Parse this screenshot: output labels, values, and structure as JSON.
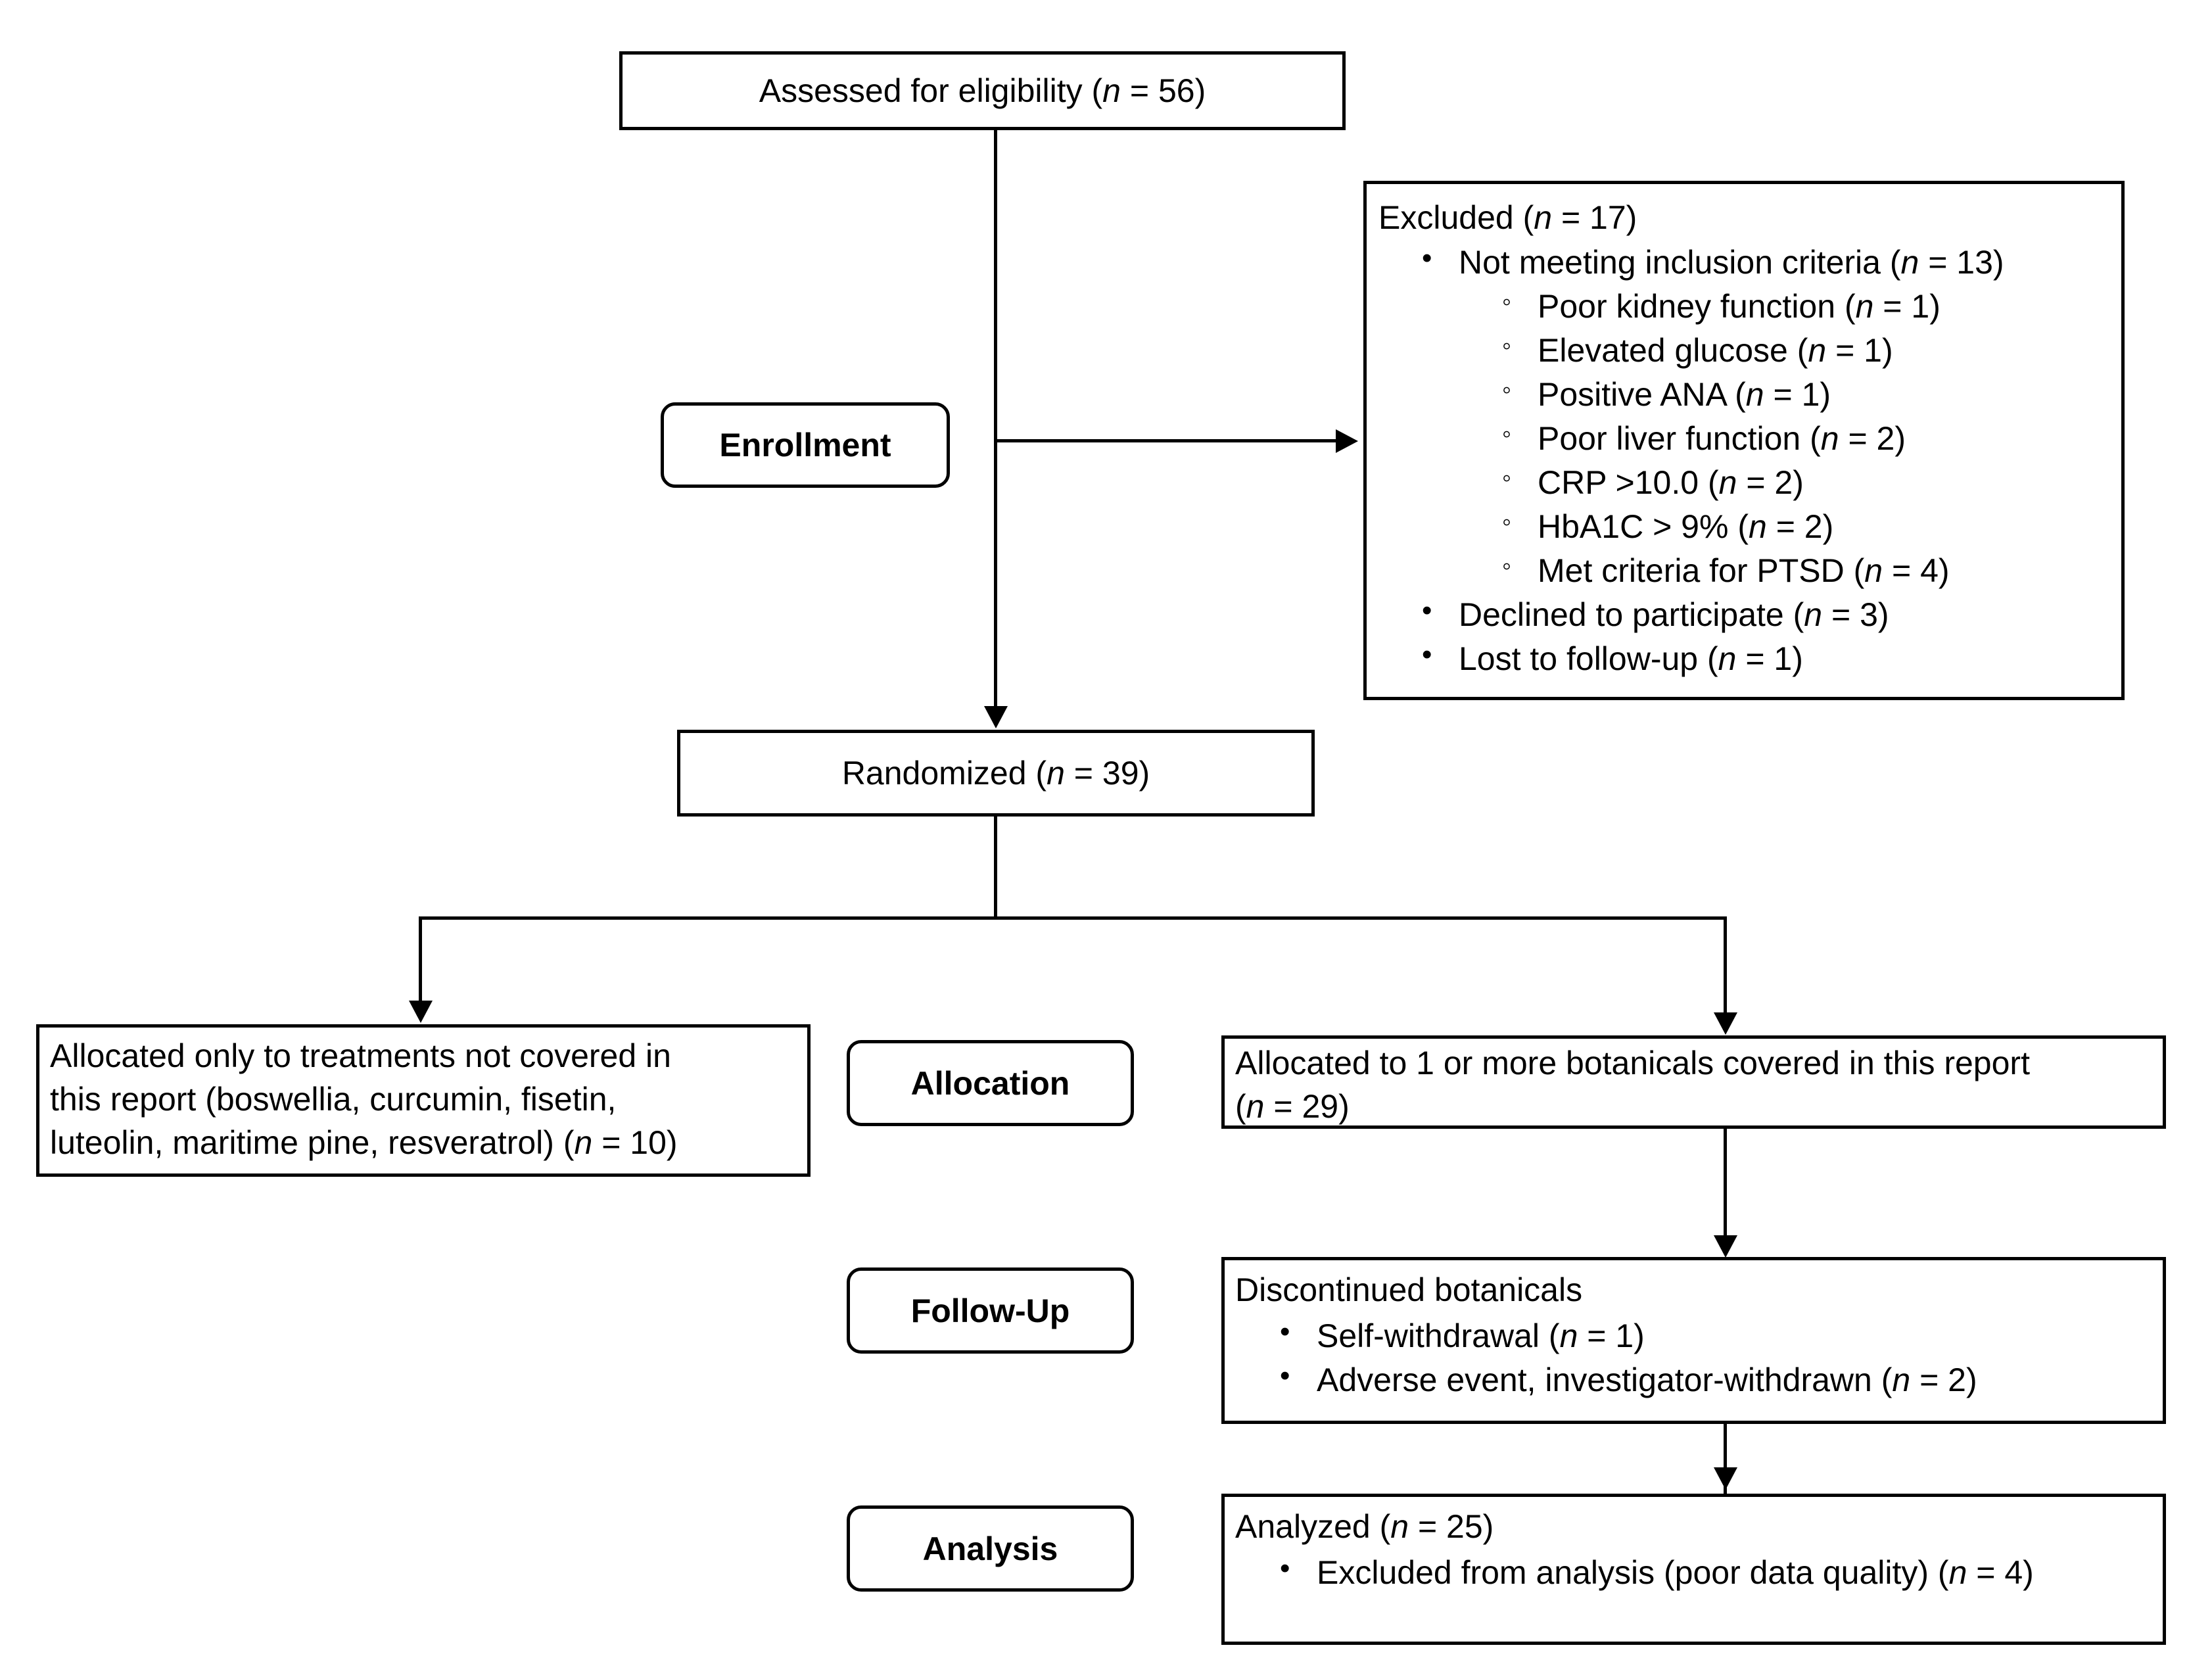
{
  "diagram": {
    "type": "consort-flow-diagram",
    "title": "CONSORT participant flow diagram"
  },
  "stages": {
    "enrollment": "Enrollment",
    "allocation": "Allocation",
    "followup": "Follow-Up",
    "analysis": "Analysis"
  },
  "nodes": {
    "assessed": {
      "label": "Assessed for eligibility (",
      "n_symbol": "n",
      "n_value": " = 56)"
    },
    "excluded": {
      "header_label": "Excluded (",
      "header_n": "n",
      "header_value": " = 17)",
      "items": [
        {
          "label": "Not meeting inclusion criteria (",
          "n": "n",
          "value": " = 13)",
          "subitems": [
            {
              "label": "Poor kidney function (",
              "n": "n",
              "value": " = 1)"
            },
            {
              "label": "Elevated glucose (",
              "n": "n",
              "value": " = 1)"
            },
            {
              "label": "Positive ANA (",
              "n": "n",
              "value": " = 1)"
            },
            {
              "label": "Poor liver function (",
              "n": "n",
              "value": " = 2)"
            },
            {
              "label": "CRP >10.0 (",
              "n": "n",
              "value": " = 2)"
            },
            {
              "label": "HbA1C > 9% (",
              "n": "n",
              "value": " = 2)"
            },
            {
              "label": "Met criteria for PTSD (",
              "n": "n",
              "value": " = 4)"
            }
          ]
        },
        {
          "label": "Declined to participate (",
          "n": "n",
          "value": " = 3)",
          "subitems": []
        },
        {
          "label": "Lost to follow-up (",
          "n": "n",
          "value": " = 1)",
          "subitems": []
        }
      ]
    },
    "randomized": {
      "label": "Randomized (",
      "n_symbol": "n",
      "n_value": " = 39)"
    },
    "allocated_left": {
      "line1": "Allocated only to treatments not covered in",
      "line2": "this report (boswellia, curcumin, fisetin,",
      "line3_a": "luteolin, maritime pine, resveratrol) (",
      "line3_n": "n",
      "line3_b": " = 10)"
    },
    "allocated_right": {
      "line1": "Allocated to 1 or more botanicals covered in this report",
      "line2_a": "(",
      "line2_n": "n",
      "line2_b": " = 29)"
    },
    "discontinued": {
      "header": "Discontinued botanicals",
      "items": [
        {
          "label": "Self-withdrawal (",
          "n": "n",
          "value": " = 1)"
        },
        {
          "label": "Adverse event, investigator-withdrawn (",
          "n": "n",
          "value": " = 2)"
        }
      ]
    },
    "analyzed": {
      "header_label": "Analyzed (",
      "header_n": "n",
      "header_value": " = 25)",
      "items": [
        {
          "label": "Excluded from analysis (poor data quality) (",
          "n": "n",
          "value": " = 4)"
        }
      ]
    }
  },
  "colors": {
    "stroke": "#000000",
    "fill": "#ffffff",
    "text": "#000000"
  }
}
